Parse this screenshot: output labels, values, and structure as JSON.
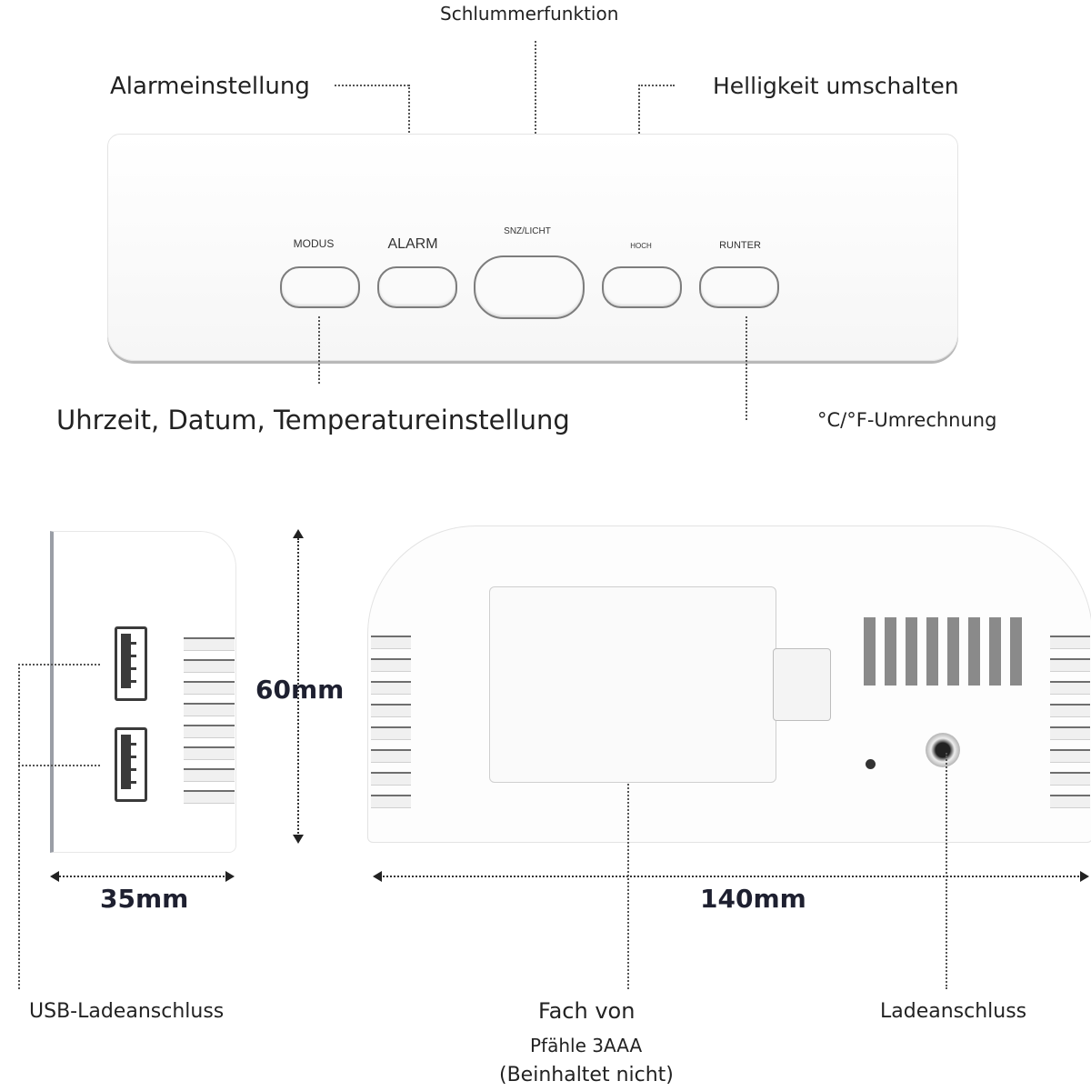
{
  "top_labels": {
    "snooze": "Schlummerfunktion",
    "alarm_setting": "Alarmeinstellung",
    "brightness": "Helligkeit umschalten",
    "time_date_temp": "Uhrzeit, Datum, Temperatureinstellung",
    "unit_convert": "°C/°F-Umrechnung"
  },
  "buttons": {
    "mode": "MODUS",
    "alarm": "ALARM",
    "snooze_light": "SNZ/LICHT",
    "up": "HOCH",
    "down": "RUNTER"
  },
  "dimensions": {
    "height": "60mm",
    "depth": "35mm",
    "width": "140mm"
  },
  "bottom_labels": {
    "usb": "USB-Ladeanschluss",
    "compartment_line1": "Fach von",
    "compartment_line2": "Pfähle 3AAA",
    "compartment_line3": "(Beinhaltet nicht)",
    "charging_port": "Ladeanschluss"
  },
  "icons": [
    "usb-port-icon",
    "dc-jack-icon",
    "vent-icon",
    "battery-compartment-icon"
  ]
}
